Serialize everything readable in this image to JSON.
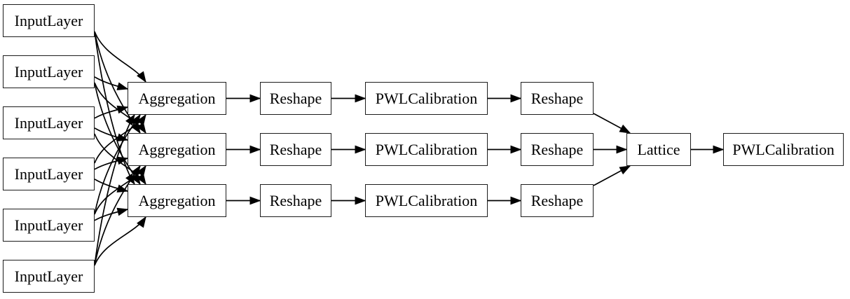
{
  "diagram": {
    "kind": "graphviz-model-graph",
    "background": "#ffffff",
    "colors": {
      "node_fill": "#ffffff",
      "node_border": "#1c1c1c",
      "edge": "#000000",
      "text": "#000000"
    },
    "nodes": [
      {
        "id": "in0",
        "label": "InputLayer",
        "type": "InputLayer",
        "col": 0,
        "row": 0
      },
      {
        "id": "in1",
        "label": "InputLayer",
        "type": "InputLayer",
        "col": 0,
        "row": 1
      },
      {
        "id": "in2",
        "label": "InputLayer",
        "type": "InputLayer",
        "col": 0,
        "row": 2
      },
      {
        "id": "in3",
        "label": "InputLayer",
        "type": "InputLayer",
        "col": 0,
        "row": 3
      },
      {
        "id": "in4",
        "label": "InputLayer",
        "type": "InputLayer",
        "col": 0,
        "row": 4
      },
      {
        "id": "in5",
        "label": "InputLayer",
        "type": "InputLayer",
        "col": 0,
        "row": 5
      },
      {
        "id": "agg0",
        "label": "Aggregation",
        "type": "Aggregation",
        "col": 1,
        "row": 0
      },
      {
        "id": "agg1",
        "label": "Aggregation",
        "type": "Aggregation",
        "col": 1,
        "row": 1
      },
      {
        "id": "agg2",
        "label": "Aggregation",
        "type": "Aggregation",
        "col": 1,
        "row": 2
      },
      {
        "id": "rsA0",
        "label": "Reshape",
        "type": "Reshape",
        "col": 2,
        "row": 0
      },
      {
        "id": "rsA1",
        "label": "Reshape",
        "type": "Reshape",
        "col": 2,
        "row": 1
      },
      {
        "id": "rsA2",
        "label": "Reshape",
        "type": "Reshape",
        "col": 2,
        "row": 2
      },
      {
        "id": "pwl0",
        "label": "PWLCalibration",
        "type": "PWLCalibration",
        "col": 3,
        "row": 0
      },
      {
        "id": "pwl1",
        "label": "PWLCalibration",
        "type": "PWLCalibration",
        "col": 3,
        "row": 1
      },
      {
        "id": "pwl2",
        "label": "PWLCalibration",
        "type": "PWLCalibration",
        "col": 3,
        "row": 2
      },
      {
        "id": "rsB0",
        "label": "Reshape",
        "type": "Reshape",
        "col": 4,
        "row": 0
      },
      {
        "id": "rsB1",
        "label": "Reshape",
        "type": "Reshape",
        "col": 4,
        "row": 1
      },
      {
        "id": "rsB2",
        "label": "Reshape",
        "type": "Reshape",
        "col": 4,
        "row": 2
      },
      {
        "id": "lattice",
        "label": "Lattice",
        "type": "Lattice",
        "col": 5,
        "row": 1
      },
      {
        "id": "out",
        "label": "PWLCalibration",
        "type": "PWLCalibration",
        "col": 6,
        "row": 1
      }
    ],
    "edges": [
      {
        "from": "in0",
        "to": "agg0"
      },
      {
        "from": "in0",
        "to": "agg1"
      },
      {
        "from": "in0",
        "to": "agg2"
      },
      {
        "from": "in1",
        "to": "agg0"
      },
      {
        "from": "in1",
        "to": "agg1"
      },
      {
        "from": "in1",
        "to": "agg2"
      },
      {
        "from": "in2",
        "to": "agg0"
      },
      {
        "from": "in2",
        "to": "agg1"
      },
      {
        "from": "in2",
        "to": "agg2"
      },
      {
        "from": "in3",
        "to": "agg0"
      },
      {
        "from": "in3",
        "to": "agg1"
      },
      {
        "from": "in3",
        "to": "agg2"
      },
      {
        "from": "in4",
        "to": "agg0"
      },
      {
        "from": "in4",
        "to": "agg1"
      },
      {
        "from": "in4",
        "to": "agg2"
      },
      {
        "from": "in5",
        "to": "agg0"
      },
      {
        "from": "in5",
        "to": "agg1"
      },
      {
        "from": "in5",
        "to": "agg2"
      },
      {
        "from": "agg0",
        "to": "rsA0"
      },
      {
        "from": "agg1",
        "to": "rsA1"
      },
      {
        "from": "agg2",
        "to": "rsA2"
      },
      {
        "from": "rsA0",
        "to": "pwl0"
      },
      {
        "from": "rsA1",
        "to": "pwl1"
      },
      {
        "from": "rsA2",
        "to": "pwl2"
      },
      {
        "from": "pwl0",
        "to": "rsB0"
      },
      {
        "from": "pwl1",
        "to": "rsB1"
      },
      {
        "from": "pwl2",
        "to": "rsB2"
      },
      {
        "from": "rsB0",
        "to": "lattice"
      },
      {
        "from": "rsB1",
        "to": "lattice"
      },
      {
        "from": "rsB2",
        "to": "lattice"
      },
      {
        "from": "lattice",
        "to": "out"
      }
    ]
  }
}
